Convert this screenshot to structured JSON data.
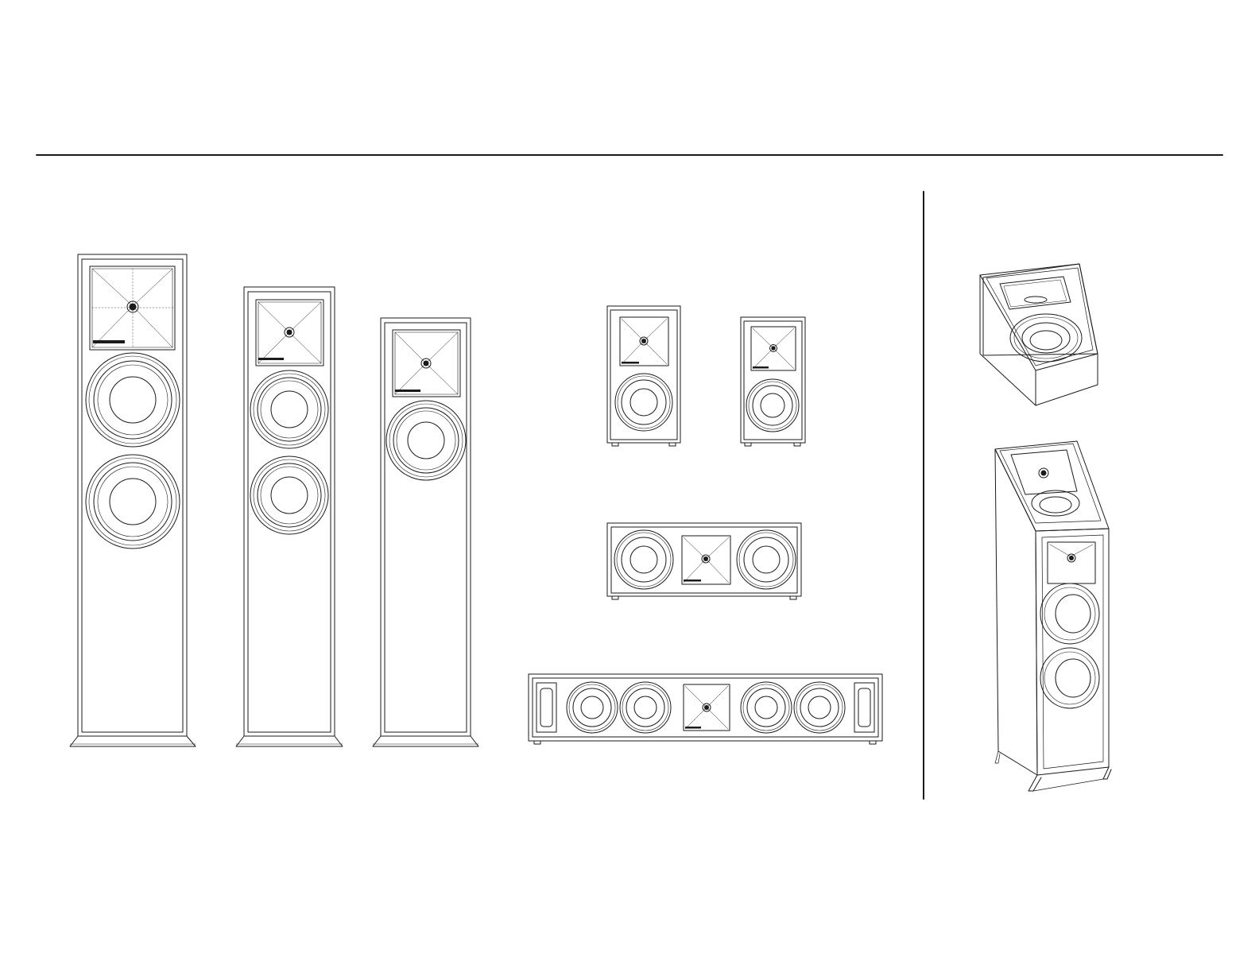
{
  "page": {
    "background": "#ffffff",
    "line_color": "#1a1a1a"
  },
  "illustrations": [
    {
      "name": "floorstanding-speaker-large",
      "drivers": [
        "tweeter-horn",
        "woofer",
        "woofer"
      ],
      "view": "front"
    },
    {
      "name": "floorstanding-speaker-medium",
      "drivers": [
        "tweeter-horn",
        "woofer",
        "woofer"
      ],
      "view": "front"
    },
    {
      "name": "floorstanding-speaker-small",
      "drivers": [
        "tweeter-horn",
        "woofer"
      ],
      "view": "front"
    },
    {
      "name": "bookshelf-speaker-large",
      "drivers": [
        "tweeter-horn",
        "woofer"
      ],
      "view": "front"
    },
    {
      "name": "bookshelf-speaker-small",
      "drivers": [
        "tweeter-horn",
        "woofer"
      ],
      "view": "front"
    },
    {
      "name": "center-channel-speaker",
      "drivers": [
        "woofer",
        "tweeter-horn",
        "woofer"
      ],
      "view": "front"
    },
    {
      "name": "center-channel-speaker-wide",
      "drivers": [
        "port",
        "woofer",
        "woofer",
        "tweeter-horn",
        "woofer",
        "woofer",
        "port"
      ],
      "view": "front"
    },
    {
      "name": "elevation-speaker",
      "drivers": [
        "tweeter-horn",
        "woofer"
      ],
      "view": "perspective"
    },
    {
      "name": "floorstanding-speaker-with-elevation-module",
      "drivers": [
        "tweeter-horn",
        "woofer",
        "woofer"
      ],
      "view": "perspective"
    }
  ]
}
